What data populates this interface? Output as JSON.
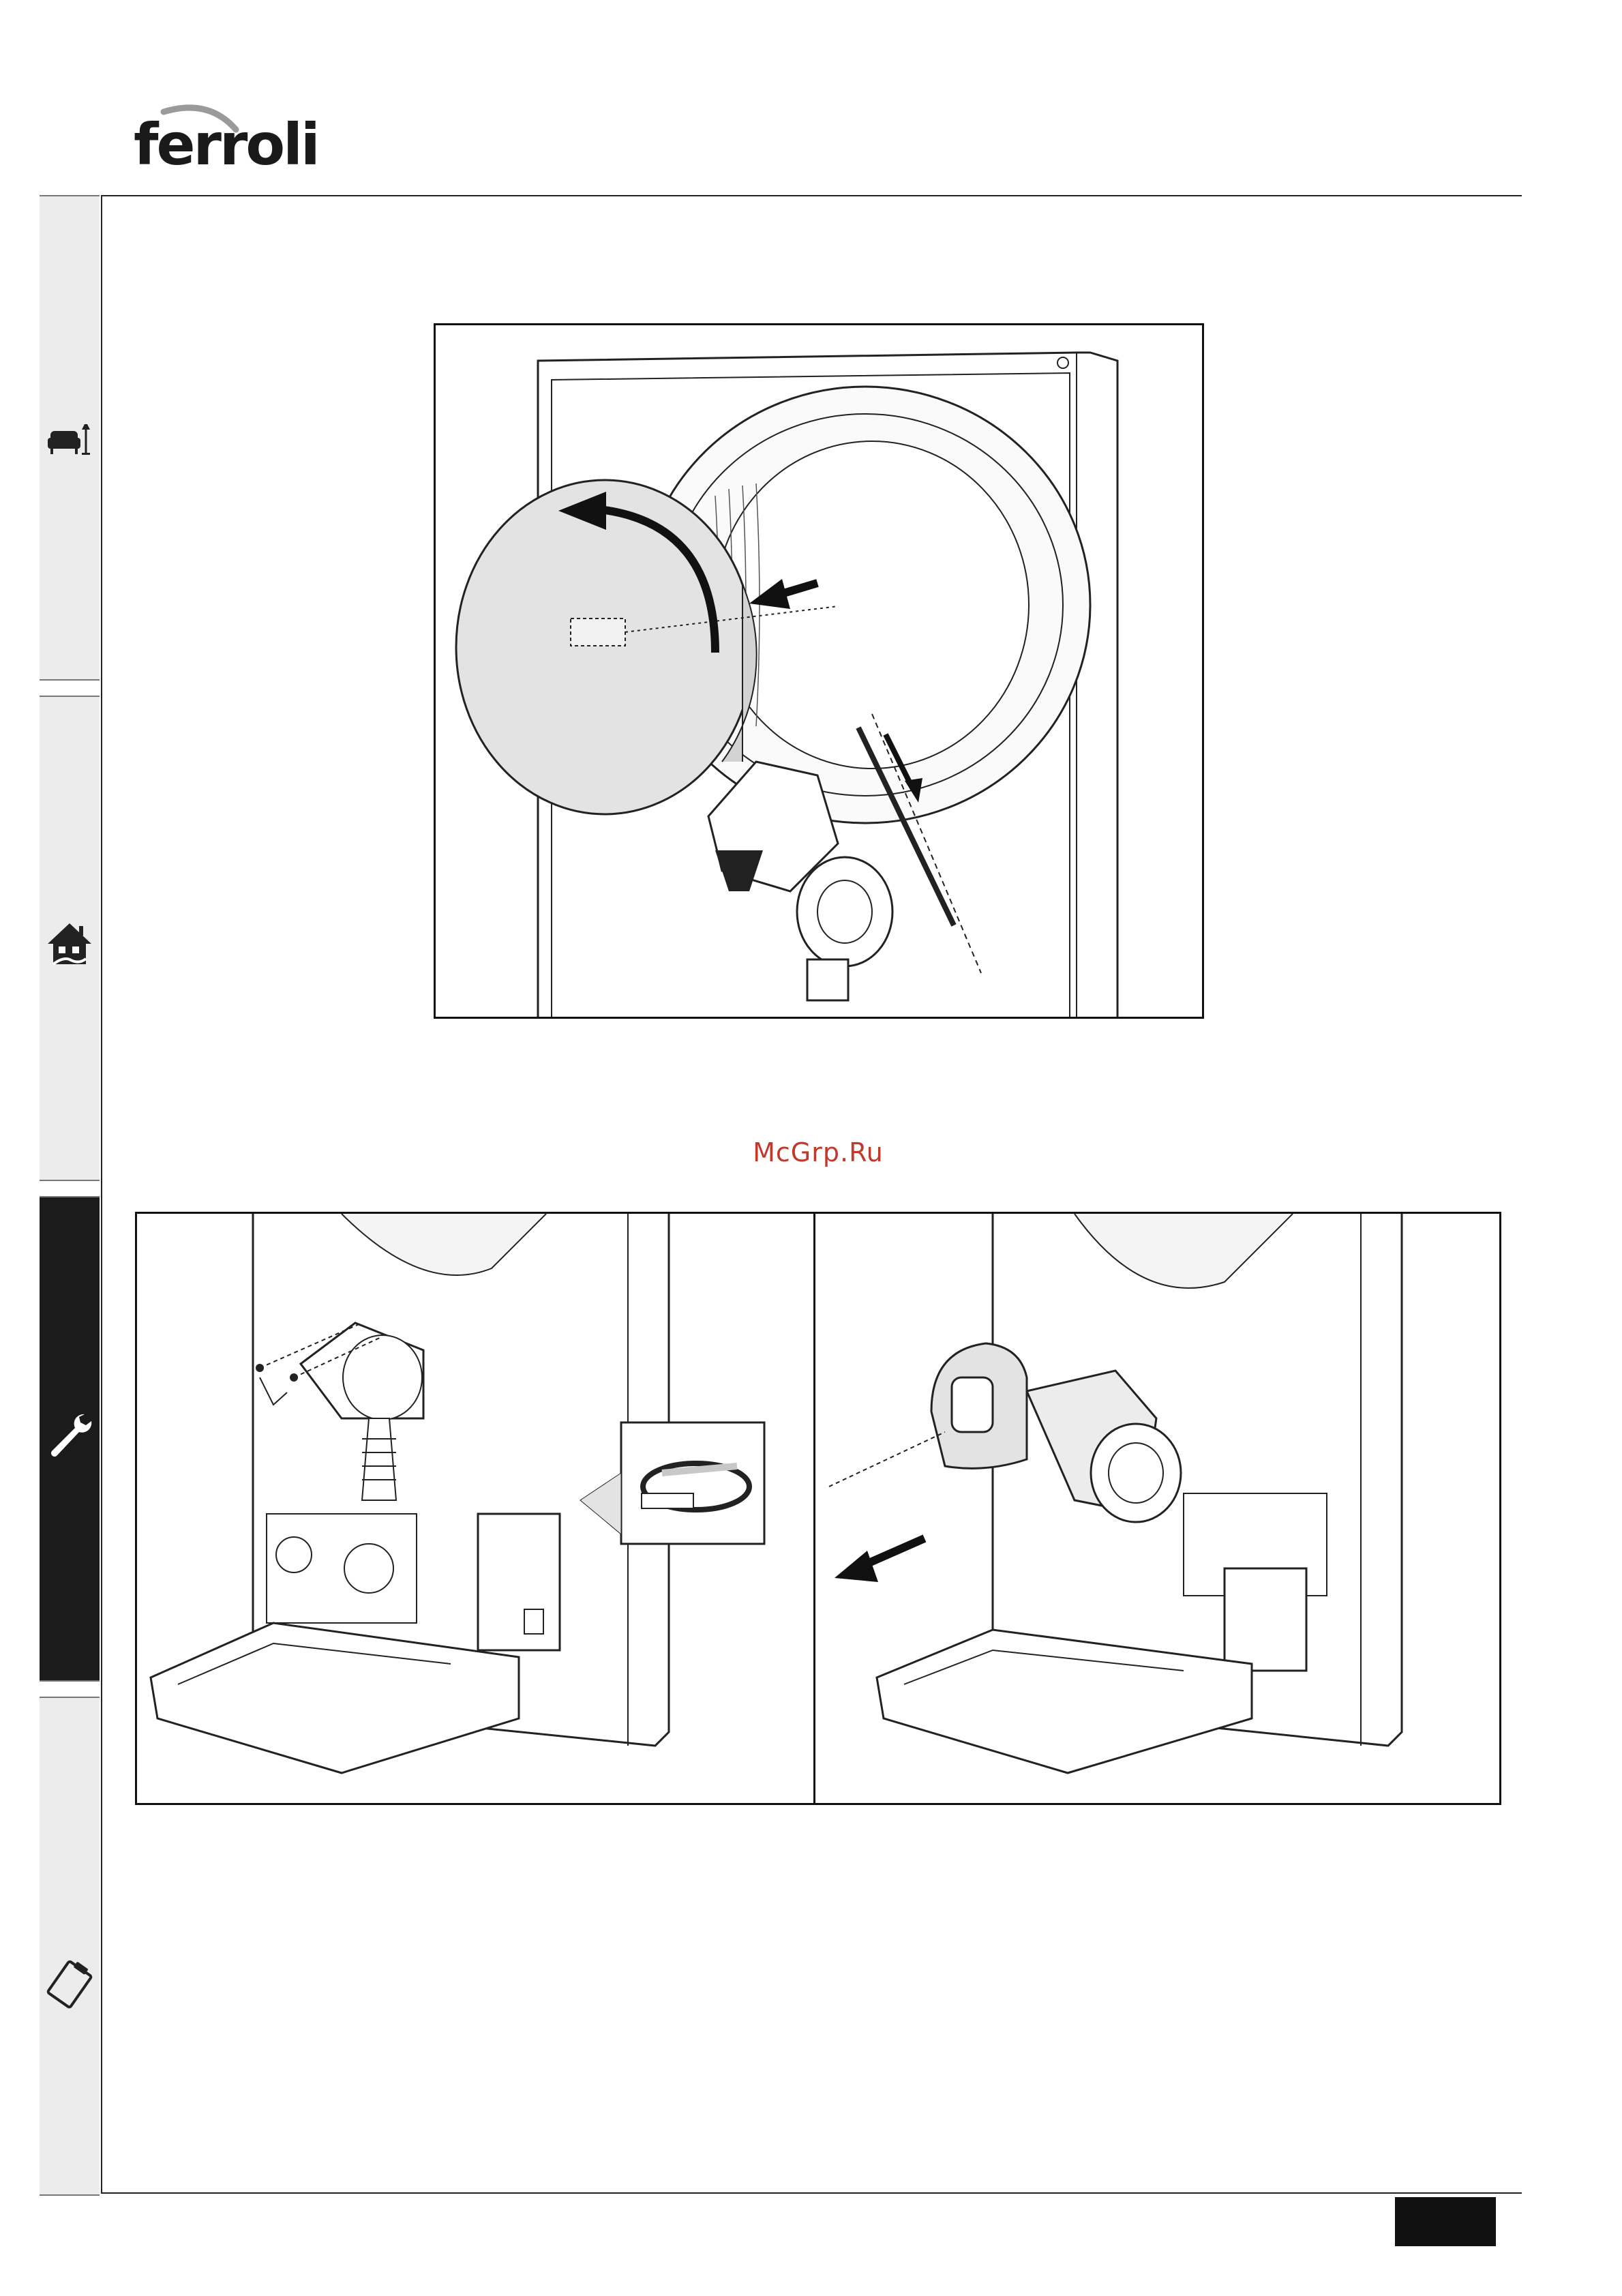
{
  "header": {
    "brand_logo_text": "ferroli"
  },
  "side_tabs": [
    {
      "icon": "armchair-icon",
      "active": false
    },
    {
      "icon": "house-icon",
      "active": false
    },
    {
      "icon": "wrench-icon",
      "active": true
    },
    {
      "icon": "clipboard-icon",
      "active": false
    }
  ],
  "watermark": "McGrp.Ru",
  "figures": {
    "top": "burner-cover-removal",
    "bottom_left": "fan-clamp-release",
    "bottom_right": "fan-removal"
  },
  "colors": {
    "accent_watermark": "#c0392b",
    "active_tab": "#1b1b1b",
    "inactive_tab": "#ececec",
    "part_fill": "#e3e3e3"
  }
}
